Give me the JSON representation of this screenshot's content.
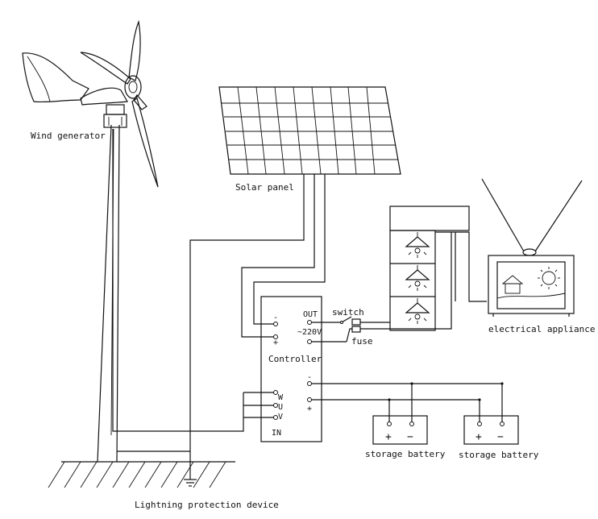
{
  "labels": {
    "wind_generator": "Wind generator",
    "solar_panel": "Solar panel",
    "switch": "switch",
    "fuse": "fuse",
    "controller": "Controller",
    "electrical_appliance": "electrical appliance",
    "storage_battery_1": "storage battery",
    "storage_battery_2": "storage battery",
    "lightning_protection": "Lightning protection device"
  },
  "controller_terminals": {
    "solar_minus": "-",
    "solar_plus": "+",
    "out": "OUT",
    "out_voltage": "~220V",
    "battery_minus": "-",
    "battery_plus": "+",
    "phase_w": "W",
    "phase_u": "U",
    "phase_v": "V",
    "in": "IN"
  },
  "battery_terminals": {
    "b1_plus": "+",
    "b1_minus": "−",
    "b2_plus": "+",
    "b2_minus": "−"
  }
}
